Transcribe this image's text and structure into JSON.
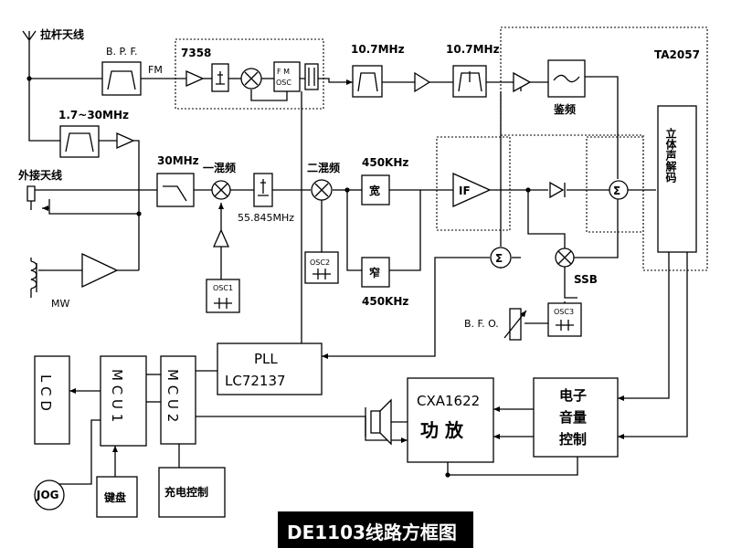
{
  "antenna_rod_label": "拉杆天线",
  "bpf_label": "B. P. F.",
  "fm_label": "FM",
  "chip_7358_label": "7358",
  "fm_osc_label_1": "F M",
  "fm_osc_label_2": "OSC",
  "freq_10_7_a": "10.7MHz",
  "freq_10_7_b": "10.7MHz",
  "ta2057_label": "TA2057",
  "discriminator_label": "鉴频",
  "band_1_7_30_label": "1.7~30MHz",
  "ext_antenna_label": "外接天线",
  "filter_30mhz_label": "30MHz",
  "mixer1_label": "一混频",
  "freq_55_845_label": "55.845MHz",
  "mixer2_label": "二混频",
  "freq_450_top": "450KHz",
  "freq_450_bottom": "450KHz",
  "wide_label": "宽",
  "narrow_label": "窄",
  "if_label": "IF",
  "stereo_decoder_label": "立体声解码",
  "osc2_label": "OSC2",
  "osc1_label": "OSC1",
  "osc3_label": "OSC3",
  "mw_label": "MW",
  "ssb_label": "SSB",
  "bfo_label": "B. F. O.",
  "pll_label_1": "PLL",
  "pll_label_2": "LC72137",
  "lcd_label": "L C D",
  "mcu1_label": "M C U 1",
  "mcu2_label": "M C U 2",
  "amp_chip_label": "CXA1622",
  "amp_label": "功 放",
  "volume_label_1": "电子",
  "volume_label_2": "音量",
  "volume_label_3": "控制",
  "jog_label": "JOG",
  "keyboard_label": "键盘",
  "charge_label": "充电控制",
  "title": "DE1103线路方框图"
}
